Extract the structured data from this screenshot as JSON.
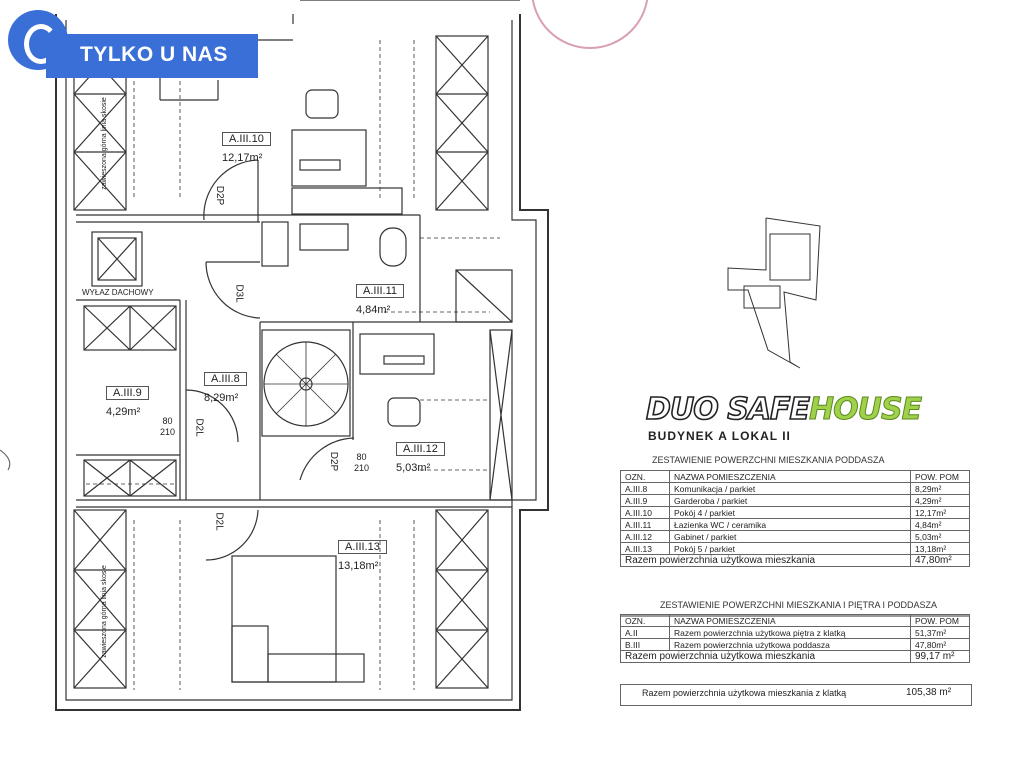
{
  "badge": {
    "text": "TYLKO U NAS",
    "color": "#3a6fd8"
  },
  "rooms": [
    {
      "id": "A.III.10",
      "area": "12,17m²"
    },
    {
      "id": "A.III.11",
      "area": "4,84m²"
    },
    {
      "id": "A.III.9",
      "area": "4,29m²"
    },
    {
      "id": "A.III.8",
      "area": "8,29m²"
    },
    {
      "id": "A.III.12",
      "area": "5,03m²"
    },
    {
      "id": "A.III.13",
      "area": "13,18m²"
    }
  ],
  "plan_labels": {
    "roof_hatch": "WYŁAZ DACHOWY",
    "doors": [
      "D2P",
      "D3L",
      "D2L",
      "D2P",
      "D2L"
    ],
    "door_size_w": "80",
    "door_size_h": "210",
    "slope_note": "zawieszona górna linia skosie"
  },
  "logo": {
    "part1": "DUO SAFE",
    "part2": "HOUSE"
  },
  "building": "BUDYNEK A LOKAL II",
  "table1": {
    "title": "ZESTAWIENIE POWERZCHNI MIESZKANIA PODDASZA",
    "headers": [
      "OZN.",
      "NAZWA POMIESZCZENIA",
      "POW. POM"
    ],
    "rows": [
      [
        "A.III.8",
        "Komunikacja / parkiet",
        "8,29m²"
      ],
      [
        "A.III.9",
        "Garderoba / parkiet",
        "4,29m²"
      ],
      [
        "A.III.10",
        "Pokój 4 / parkiet",
        "12,17m²"
      ],
      [
        "A.III.11",
        "Łazienka WC / ceramika",
        "4,84m²"
      ],
      [
        "A.III.12",
        "Gabinet / parkiet",
        "5,03m²"
      ],
      [
        "A.III.13",
        "Pokój 5 / parkiet",
        "13,18m²"
      ]
    ],
    "total_label": "Razem powierzchnia użytkowa mieszkania",
    "total_value": "47,80m²"
  },
  "table2": {
    "title": "ZESTAWIENIE POWERZCHNI MIESZKANIA I PIĘTRA I PODDASZA",
    "headers": [
      "OZN.",
      "NAZWA POMIESZCZENIA",
      "POW. POM"
    ],
    "rows": [
      [
        "A.II",
        "Razem powierzchnia użytkowa piętra z klatką",
        "51,37m²"
      ],
      [
        "B.III",
        "Razem powierzchnia użytkowa poddasza",
        "47,80m²"
      ]
    ],
    "total_label": "Razem powierzchnia użytkowa mieszkania",
    "total_value": "99,17 m²"
  },
  "grand_total": {
    "label": "Razem powierzchnia użytkowa mieszkania z klatką",
    "value": "105,38 m²"
  }
}
